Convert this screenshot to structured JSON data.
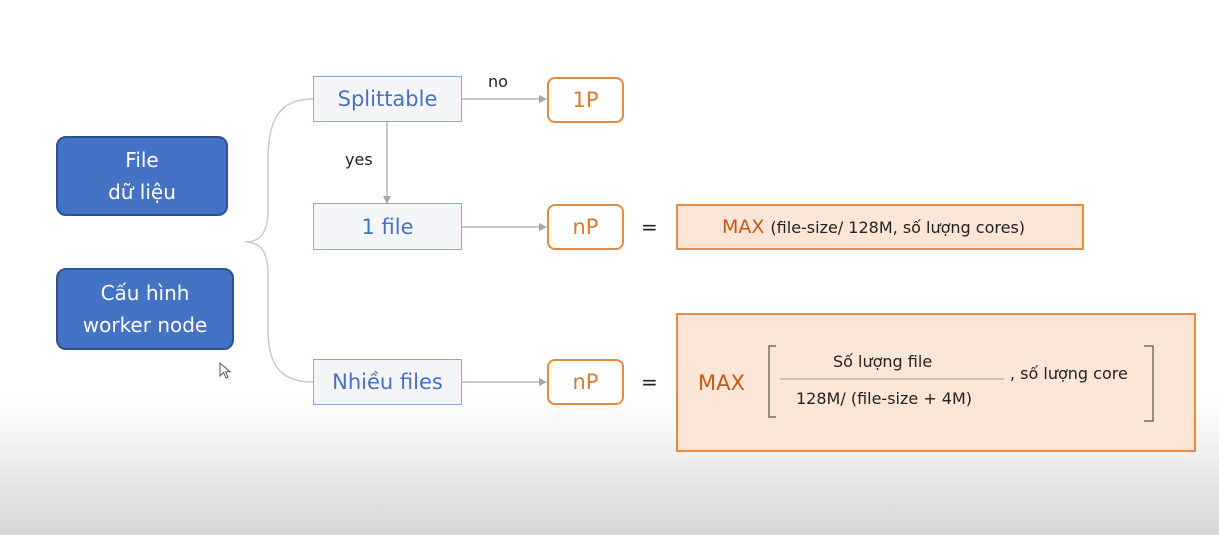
{
  "inputs": {
    "file_data": [
      "File",
      "dữ liệu"
    ],
    "worker_config": [
      "Cấu hình",
      "worker node"
    ]
  },
  "steps": {
    "splittable": "Splittable",
    "one_file": "1 file",
    "many_files": "Nhiều files"
  },
  "edge_labels": {
    "no": "no",
    "yes": "yes"
  },
  "results": {
    "splittable_no": "1P",
    "one_file": "nP",
    "many_files": "nP"
  },
  "equals": "=",
  "formula_one_file": {
    "max": "MAX",
    "args": "(file-size/ 128M, số lượng cores)"
  },
  "formula_many_files": {
    "max": "MAX",
    "numerator": "Số lượng file",
    "denominator": "128M/ (file-size + 4M)",
    "second_arg": ", số lượng core"
  },
  "colors": {
    "input_blue": "#4472c4",
    "step_text_blue": "#4472c4",
    "result_orange": "#e0782a",
    "formula_fill": "#fbe5d6"
  }
}
